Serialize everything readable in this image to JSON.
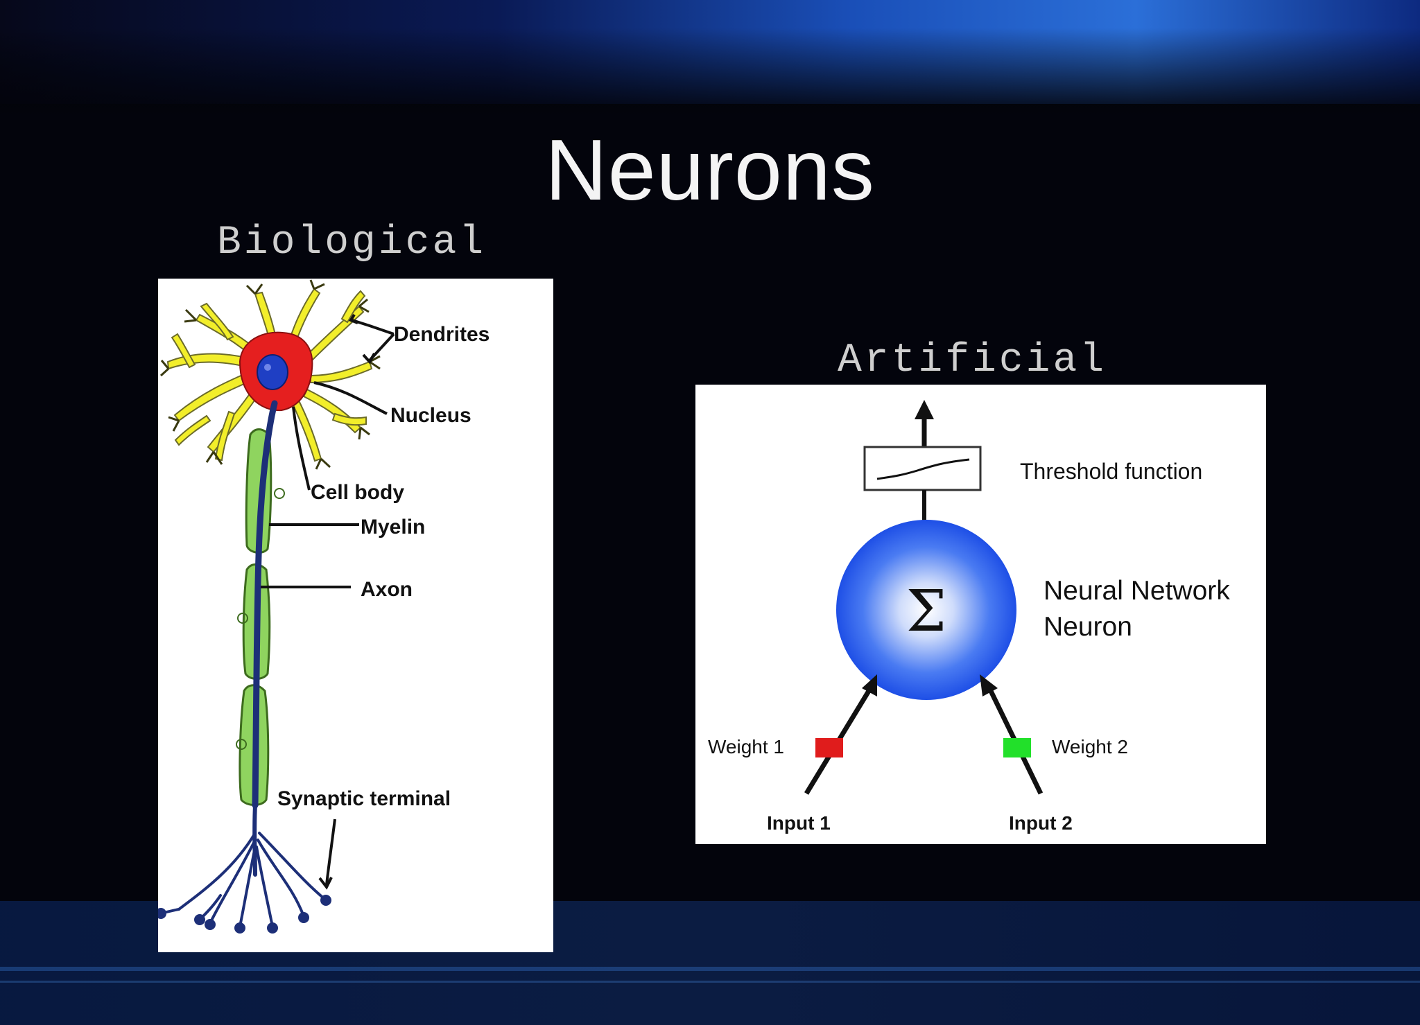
{
  "slide": {
    "title": "Neurons"
  },
  "biological": {
    "heading": "Biological",
    "labels": {
      "dendrites": "Dendrites",
      "nucleus": "Nucleus",
      "cell_body": "Cell body",
      "myelin": "Myelin",
      "axon": "Axon",
      "synaptic_terminal": "Synaptic terminal"
    },
    "colors": {
      "dendrites": "#f2ee2a",
      "cell_body": "#e51f1f",
      "nucleus": "#1f3fc4",
      "myelin": "#8fd45f",
      "axon": "#1d2f78"
    }
  },
  "artificial": {
    "heading": "Artificial",
    "labels": {
      "threshold": "Threshold function",
      "neuron_line1": "Neural Network",
      "neuron_line2": "Neuron",
      "sigma": "Σ",
      "weight1": "Weight 1",
      "weight2": "Weight 2",
      "input1": "Input 1",
      "input2": "Input 2"
    },
    "colors": {
      "neuron": "#2a5cf0",
      "weight1": "#e01c1c",
      "weight2": "#22e02a"
    }
  }
}
